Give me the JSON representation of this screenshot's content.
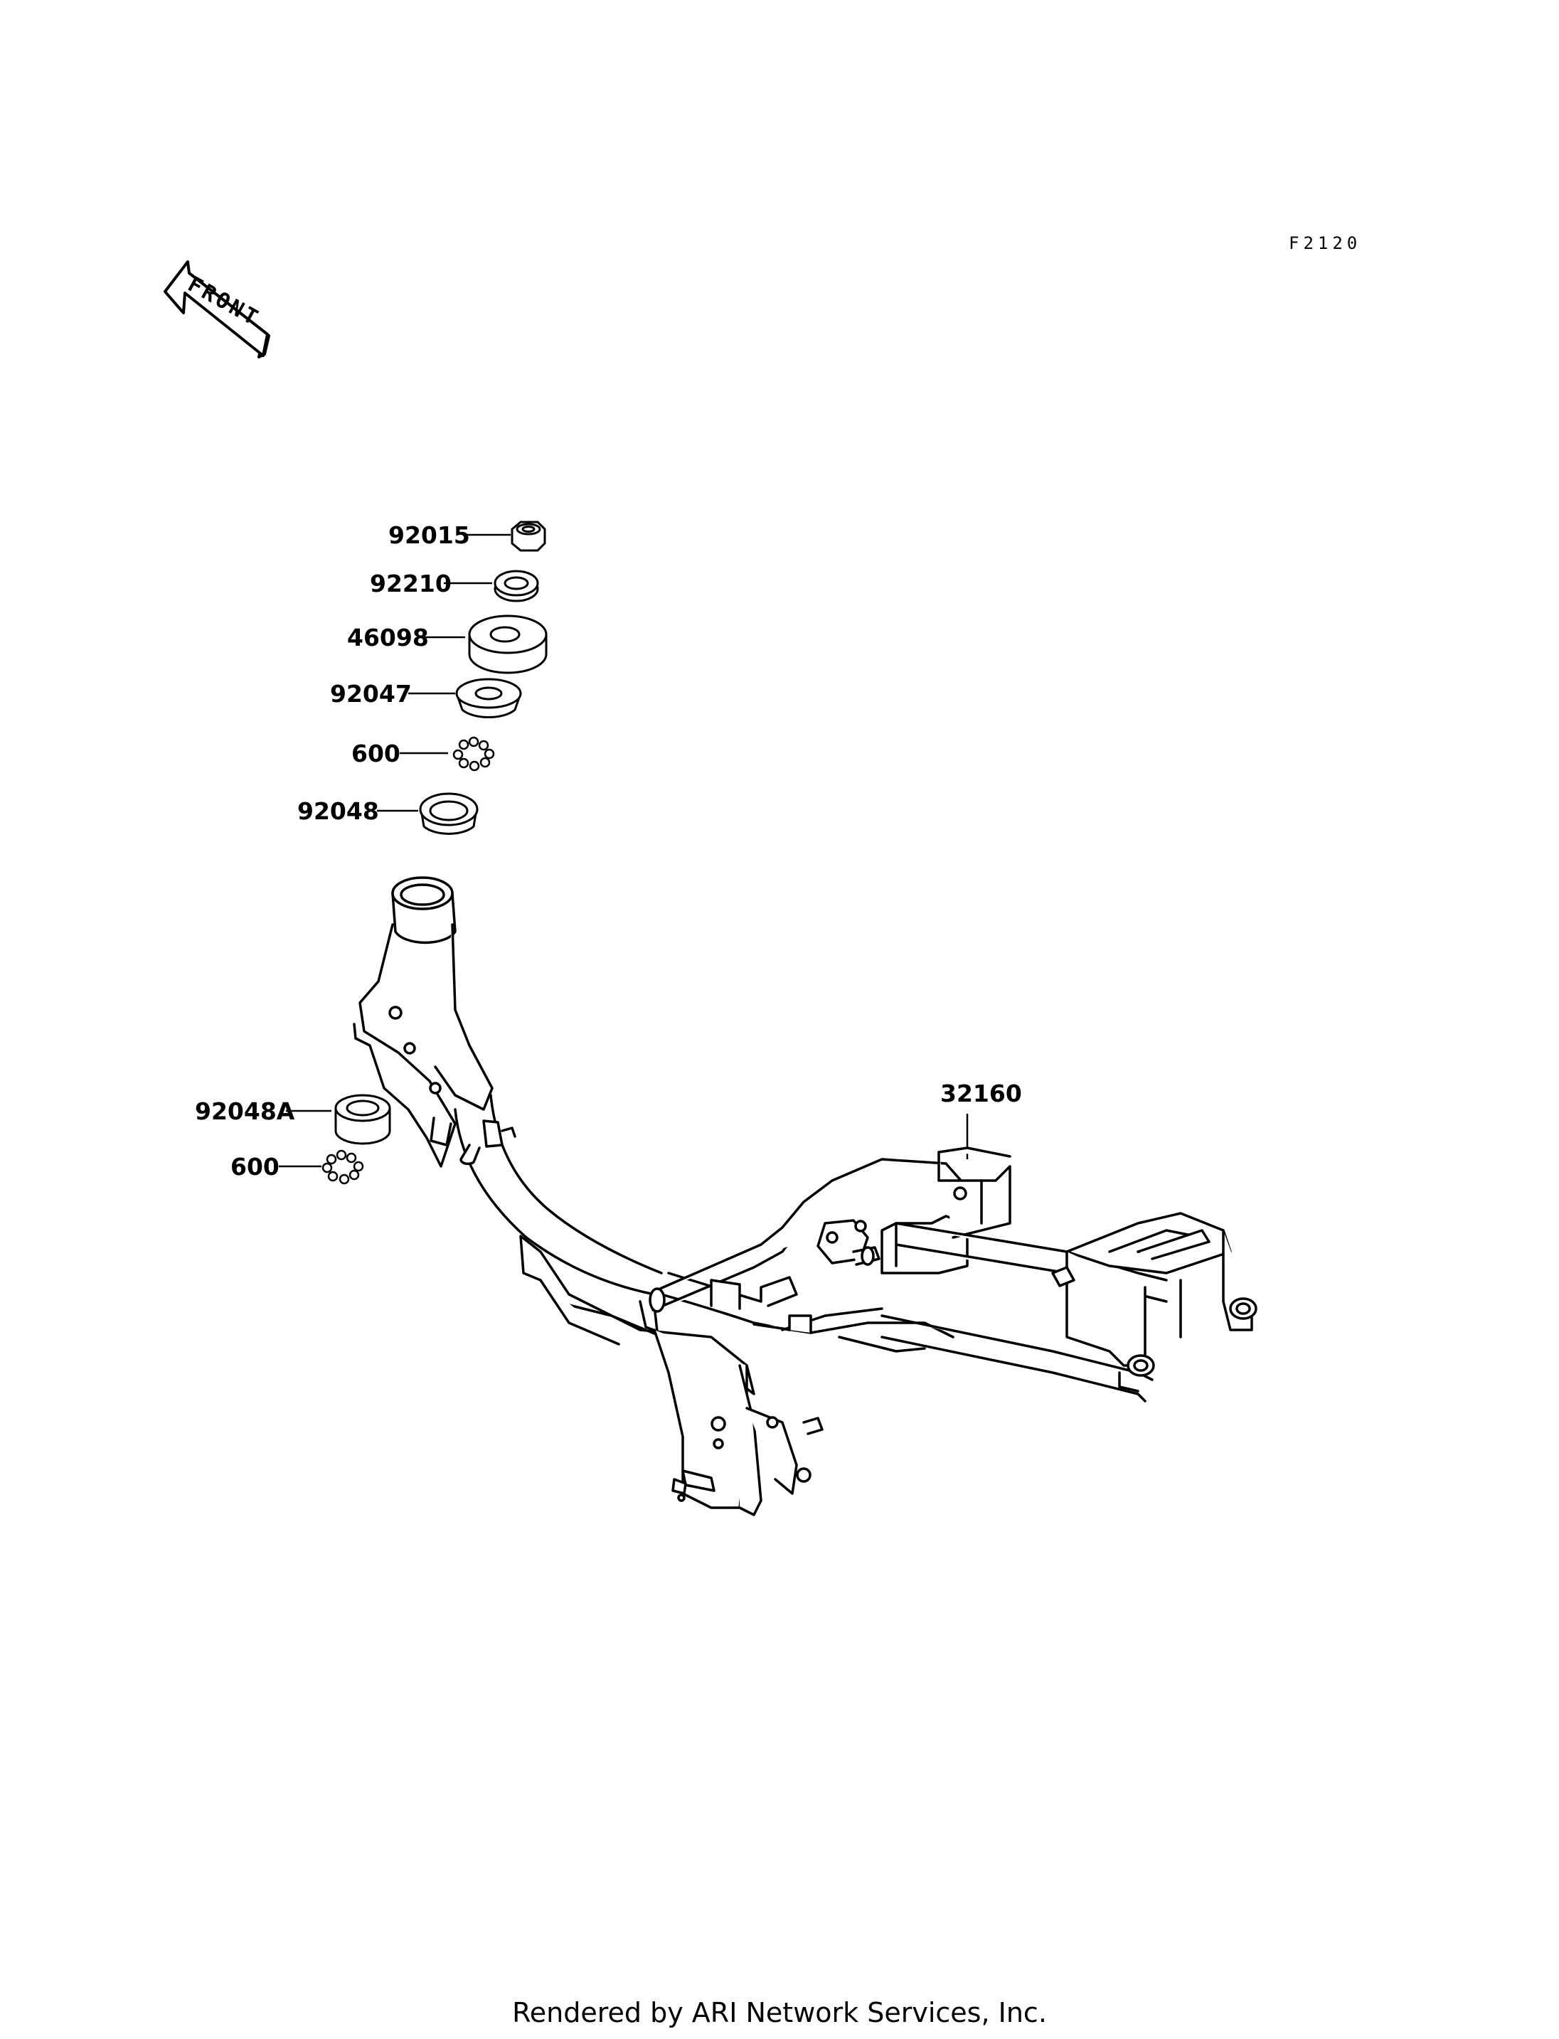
{
  "figure_ref": "F2120",
  "front_arrow_text": "FRONT",
  "part_labels": {
    "p92015": "92015",
    "p92210": "92210",
    "p46098": "46098",
    "p92047": "92047",
    "p600_top": "600",
    "p92048": "92048",
    "p92048A": "92048A",
    "p600_bottom": "600",
    "p32160": "32160"
  },
  "footer_text": "Rendered by ARI Network Services, Inc."
}
